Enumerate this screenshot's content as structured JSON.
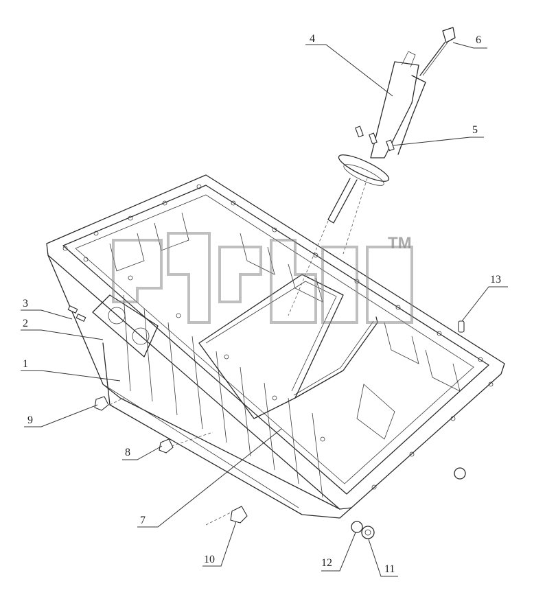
{
  "callouts": [
    {
      "id": "1",
      "label": "1"
    },
    {
      "id": "2",
      "label": "2"
    },
    {
      "id": "3",
      "label": "3"
    },
    {
      "id": "4",
      "label": "4"
    },
    {
      "id": "5",
      "label": "5"
    },
    {
      "id": "6",
      "label": "6"
    },
    {
      "id": "7",
      "label": "7"
    },
    {
      "id": "8",
      "label": "8"
    },
    {
      "id": "9",
      "label": "9"
    },
    {
      "id": "10",
      "label": "10"
    },
    {
      "id": "11",
      "label": "11"
    },
    {
      "id": "12",
      "label": "12"
    },
    {
      "id": "13",
      "label": "13"
    }
  ],
  "watermark": {
    "mark": "TM",
    "logo_icon": "watermark-logo-icon"
  },
  "colors": {
    "line": "#2a2a2a",
    "watermark": "#8a8a8a",
    "background": "#ffffff"
  }
}
